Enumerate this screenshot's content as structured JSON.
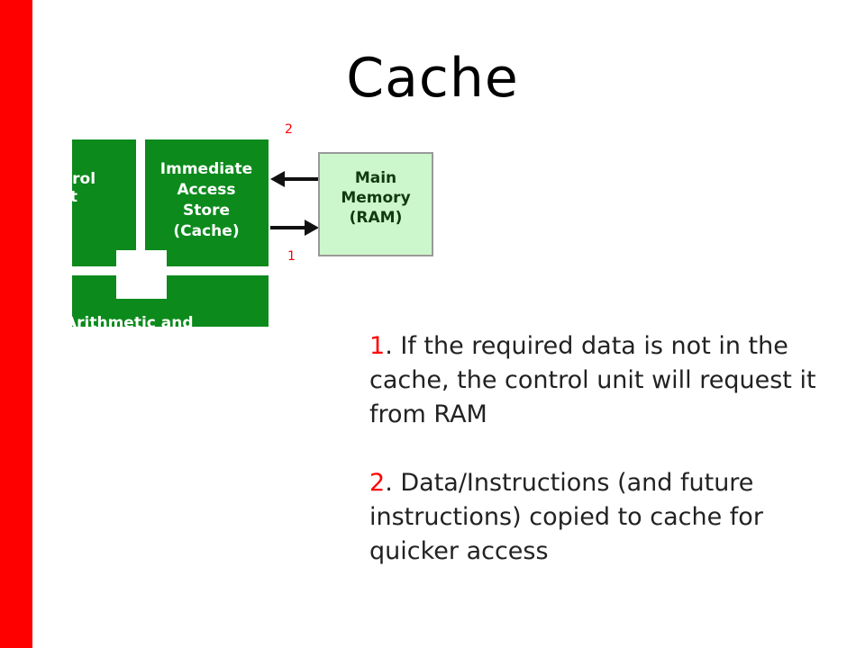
{
  "slide": {
    "title": "Cache",
    "accent_color": "#ff0000"
  },
  "diagram": {
    "cpu_color": "#0c8a1c",
    "ram_color": "#ccf7cc",
    "control_unit_label": "trol\nit",
    "ias_label": "Immediate\nAccess\nStore\n(Cache)",
    "alu_label": "Arithmetic and",
    "ram_label": "Main\nMemory\n(RAM)",
    "arrow_top_label": "2",
    "arrow_bottom_label": "1"
  },
  "notes": [
    {
      "number": "1",
      "text": ". If the required data is not in the cache, the control unit will request it from RAM"
    },
    {
      "number": "2",
      "text": ". Data/Instructions (and future instructions) copied to cache for quicker access"
    }
  ]
}
